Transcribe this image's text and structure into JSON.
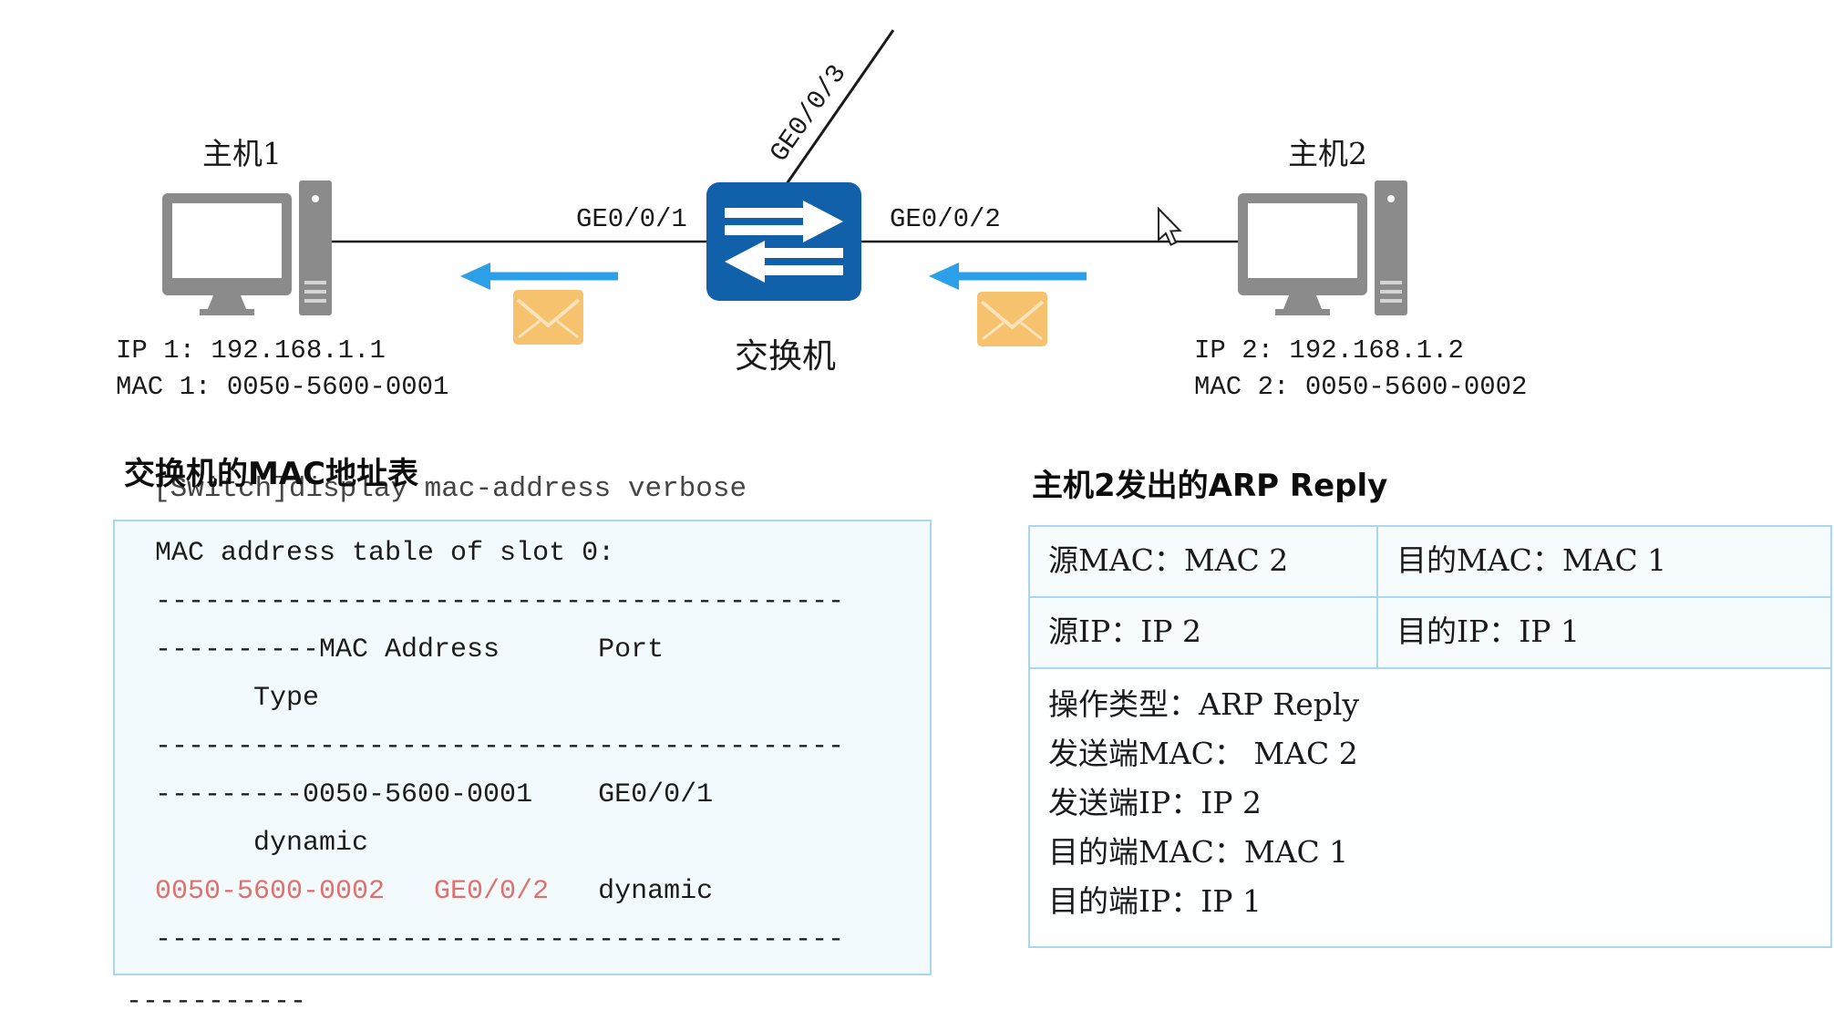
{
  "topology": {
    "host1": {
      "label": "主机1",
      "ip_line": "IP 1: 192.168.1.1",
      "mac_line": "MAC 1: 0050-5600-0001"
    },
    "host2": {
      "label": "主机2",
      "ip_line": "IP 2: 192.168.1.2",
      "mac_line": "MAC 2: 0050-5600-0002"
    },
    "switch_label": "交换机",
    "port_left": "GE0/0/1",
    "port_right": "GE0/0/2",
    "port_top": "GE0/0/3"
  },
  "mac_table": {
    "title": "交换机的MAC地址表",
    "command": "[Switch]display mac-address verbose",
    "lines": [
      {
        "segments": [
          {
            "text": "MAC address table of slot 0:",
            "highlight": false
          }
        ]
      },
      {
        "segments": [
          {
            "text": "------------------------------------------",
            "highlight": false
          }
        ]
      },
      {
        "segments": [
          {
            "text": "----------MAC Address      Port",
            "highlight": false
          }
        ]
      },
      {
        "segments": [
          {
            "text": "      Type",
            "highlight": false
          }
        ]
      },
      {
        "segments": [
          {
            "text": "------------------------------------------",
            "highlight": false
          }
        ]
      },
      {
        "segments": [
          {
            "text": "---------0050-5600-0001    GE0/0/1",
            "highlight": false
          }
        ]
      },
      {
        "segments": [
          {
            "text": "      dynamic",
            "highlight": false
          }
        ]
      },
      {
        "segments": [
          {
            "text": "0050-5600-0002   GE0/0/2",
            "highlight": true
          },
          {
            "text": "   dynamic",
            "highlight": false
          }
        ]
      },
      {
        "segments": [
          {
            "text": "------------------------------------------",
            "highlight": false
          }
        ]
      }
    ],
    "trailing_dashes": "-----------"
  },
  "arp_reply": {
    "title": "主机2发出的ARP Reply",
    "row1": [
      "源MAC：MAC 2",
      "目的MAC：MAC 1"
    ],
    "row2": [
      "源IP：IP 2",
      "目的IP：IP 1"
    ],
    "details": [
      "操作类型：ARP Reply",
      "发送端MAC： MAC 2",
      "发送端IP：IP 2",
      "目的端MAC：MAC 1",
      "目的端IP：IP 1"
    ]
  },
  "colors": {
    "switch_blue": "#1160aa",
    "arrow_blue": "#2b9fe8",
    "envelope_orange": "#f6c26e",
    "envelope_line": "#fbe3bb",
    "highlight_red": "#e2706a",
    "box_border": "#a9d8ec",
    "box_bg": "#f2fafd"
  }
}
